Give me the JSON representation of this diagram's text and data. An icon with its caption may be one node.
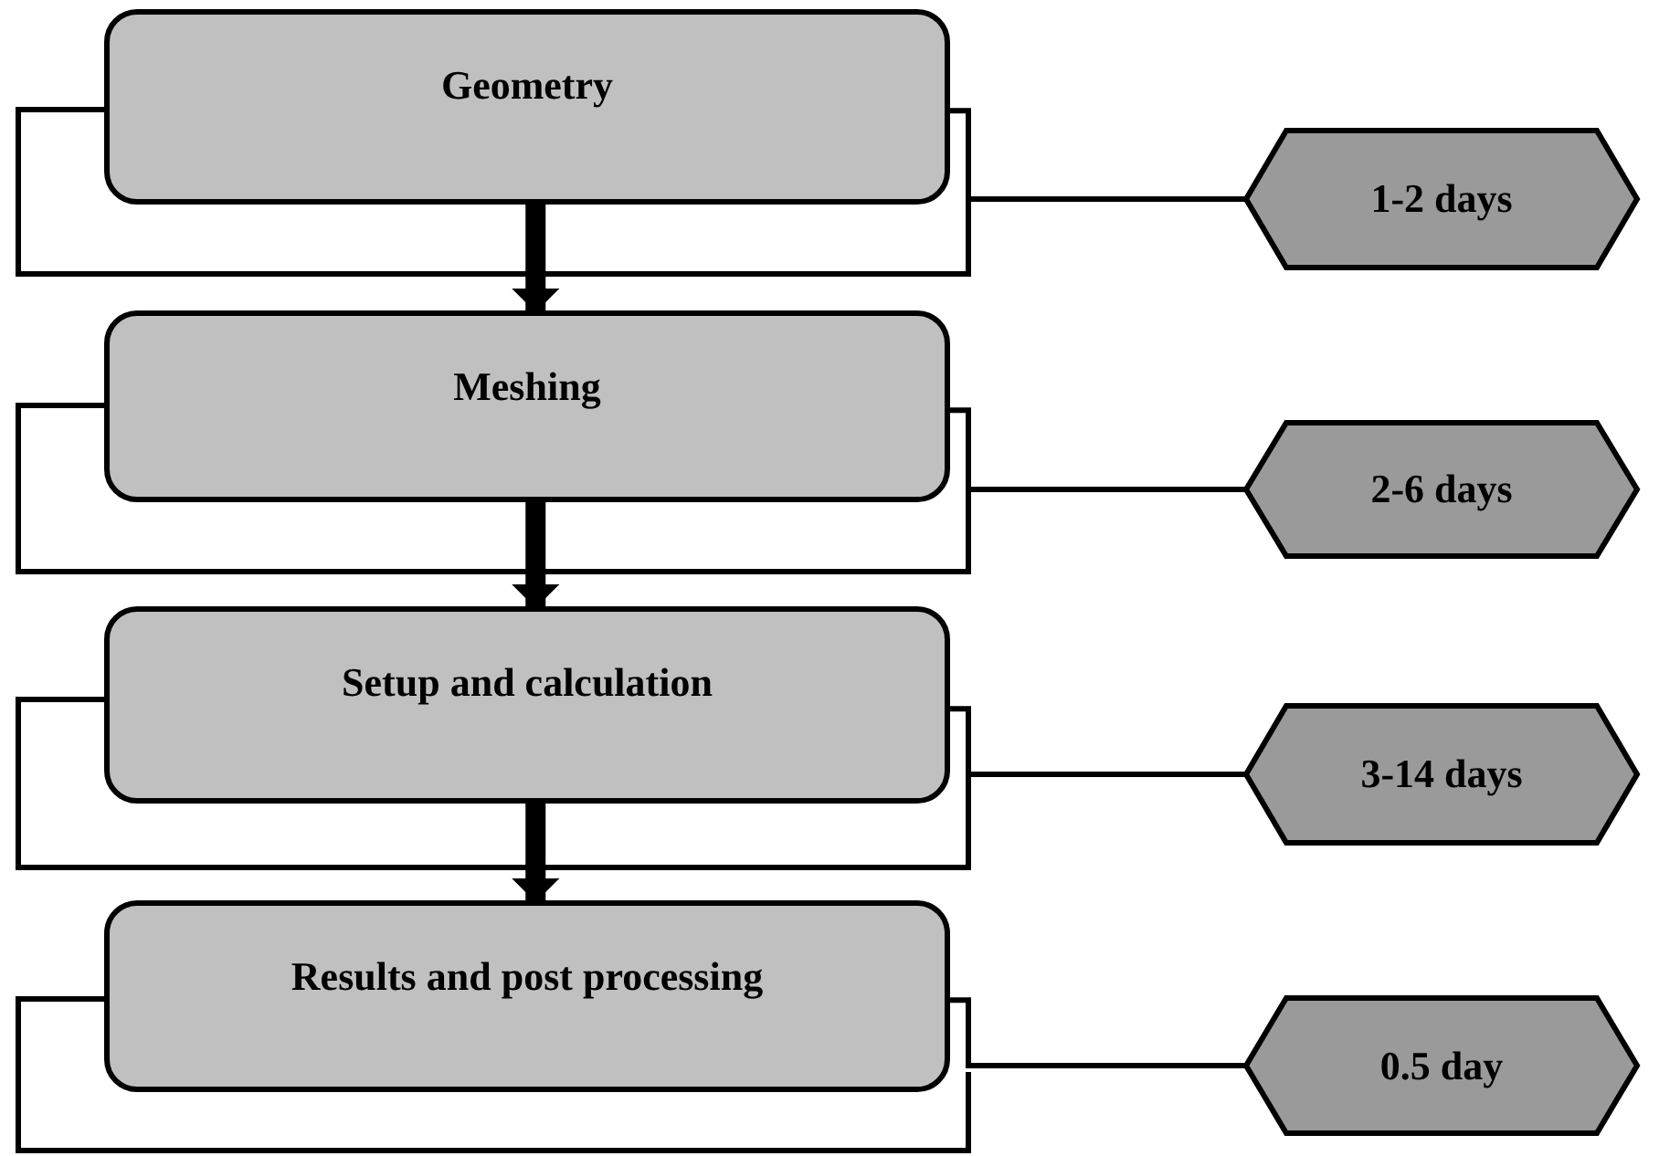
{
  "diagram": {
    "nodes": [
      {
        "text": [
          "Geometry"
        ]
      },
      {
        "text": [
          "1-2 days"
        ]
      },
      {
        "text": [
          "Meshing"
        ]
      },
      {
        "text": [
          "2-6 days"
        ]
      },
      {
        "text": [
          "Setup and calculation"
        ]
      },
      {
        "text": [
          "3-14 days"
        ]
      },
      {
        "text": [
          "Results and post processing"
        ]
      },
      {
        "text": [
          "0.5 day"
        ]
      }
    ],
    "edges": [
      {
        "from": 0,
        "to": 1,
        "arrow": "none"
      },
      {
        "from": 0,
        "to": 2,
        "arrow": "to",
        "style": "thick"
      },
      {
        "from": 2,
        "to": 3,
        "arrow": "none"
      },
      {
        "from": 2,
        "to": 4,
        "arrow": "to",
        "style": "thick"
      },
      {
        "from": 4,
        "to": 5,
        "arrow": "none"
      },
      {
        "from": 4,
        "to": 6,
        "arrow": "to",
        "style": "thick"
      },
      {
        "from": 6,
        "to": 7,
        "arrow": "none"
      }
    ]
  }
}
